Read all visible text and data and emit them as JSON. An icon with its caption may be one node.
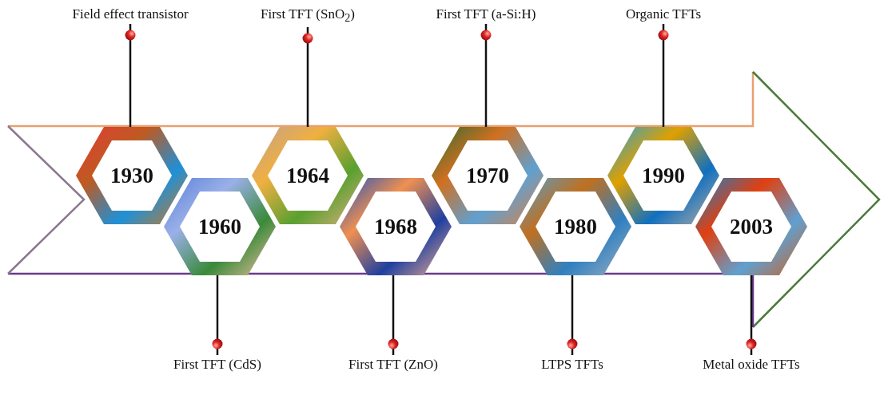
{
  "diagram": {
    "nodes": [
      {
        "text": [
          "Field effect transistor"
        ]
      },
      {
        "text": [
          "First TFT (SnO$_{2}$)"
        ]
      },
      {
        "text": [
          "First TFT (a-Si:H)"
        ]
      },
      {
        "text": [
          "Organic TFTs"
        ]
      },
      {
        "text": [
          "1930"
        ]
      },
      {
        "text": [
          "1960"
        ]
      },
      {
        "text": [
          "1964"
        ]
      },
      {
        "text": [
          "1968"
        ]
      },
      {
        "text": [
          "1970"
        ]
      },
      {
        "text": [
          "1980"
        ]
      },
      {
        "text": [
          "1990"
        ]
      },
      {
        "text": [
          "2003"
        ]
      },
      {
        "text": [
          "First TFT (CdS)"
        ]
      },
      {
        "text": [
          "First TFT (ZnO)"
        ]
      },
      {
        "text": [
          "LTPS TFTs"
        ]
      },
      {
        "text": [
          "Metal oxide TFTs"
        ]
      }
    ],
    "edges": [
      {
        "from": 0,
        "to": 4,
        "arrow": "other"
      },
      {
        "from": 1,
        "to": 6,
        "arrow": "other"
      },
      {
        "from": 2,
        "to": 8,
        "arrow": "other"
      },
      {
        "from": 3,
        "to": 10,
        "arrow": "other"
      },
      {
        "from": 12,
        "to": 5,
        "arrow": "other"
      },
      {
        "from": 13,
        "to": 7,
        "arrow": "other"
      },
      {
        "from": 14,
        "to": 9,
        "arrow": "other"
      },
      {
        "from": 15,
        "to": 11,
        "arrow": "other"
      }
    ]
  }
}
